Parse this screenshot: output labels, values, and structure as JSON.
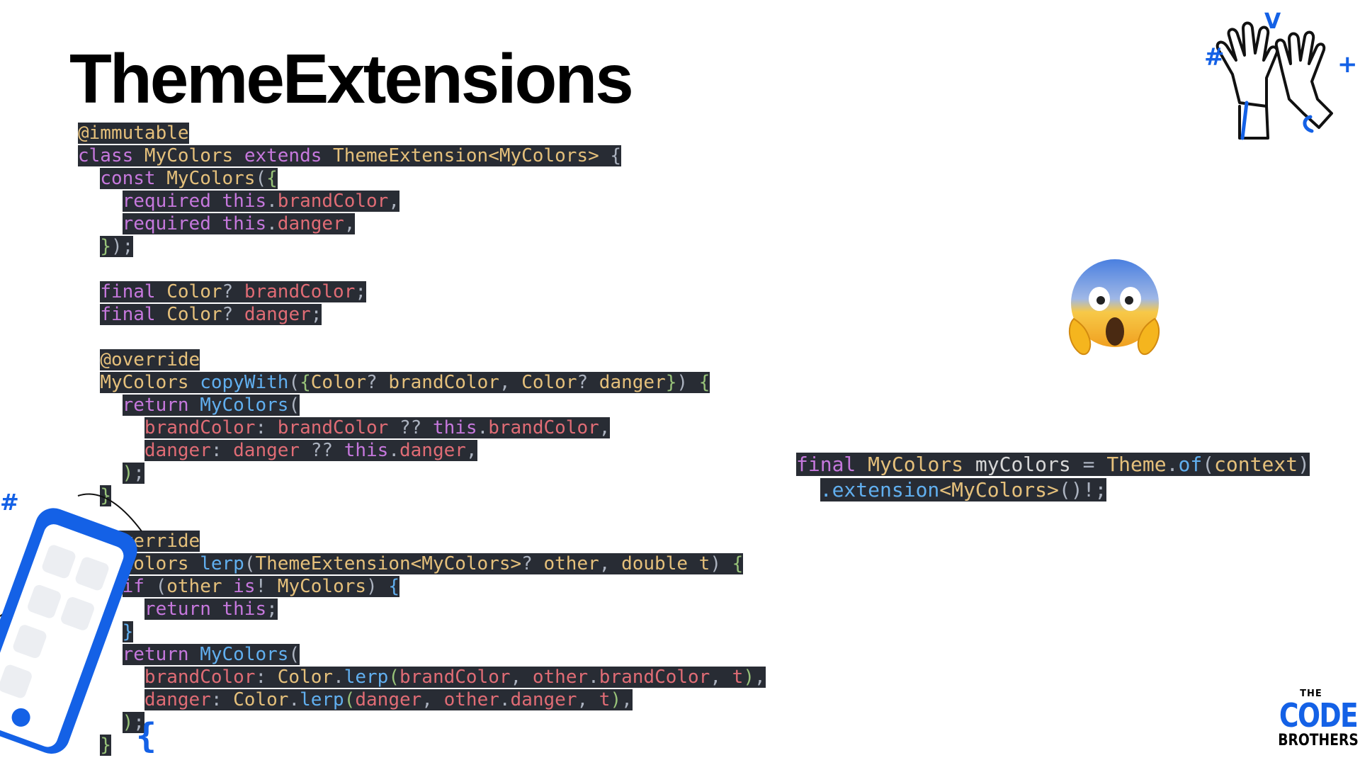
{
  "slide": {
    "title": "ThemeExtensions"
  },
  "code_main": [
    [
      [
        "@immutable",
        "ann"
      ]
    ],
    [
      [
        "class ",
        "kw"
      ],
      [
        "MyColors ",
        "cls"
      ],
      [
        "extends ",
        "kw"
      ],
      [
        "ThemeExtension<MyColors> ",
        "cls"
      ],
      [
        "{",
        "pun"
      ]
    ],
    [
      [
        "  ",
        "ws"
      ],
      [
        "const ",
        "kw"
      ],
      [
        "MyColors",
        "cls"
      ],
      [
        "(",
        "pun"
      ],
      [
        "{",
        "par"
      ]
    ],
    [
      [
        "    ",
        "ws"
      ],
      [
        "required ",
        "kw"
      ],
      [
        "this",
        "kw"
      ],
      [
        ".",
        "pun"
      ],
      [
        "brandColor",
        "var"
      ],
      [
        ",",
        "pun"
      ]
    ],
    [
      [
        "    ",
        "ws"
      ],
      [
        "required ",
        "kw"
      ],
      [
        "this",
        "kw"
      ],
      [
        ".",
        "pun"
      ],
      [
        "danger",
        "var"
      ],
      [
        ",",
        "pun"
      ]
    ],
    [
      [
        "  ",
        "ws"
      ],
      [
        "}",
        "par"
      ],
      [
        ");",
        "pun"
      ]
    ],
    [],
    [
      [
        "  ",
        "ws"
      ],
      [
        "final ",
        "kw"
      ],
      [
        "Color",
        "cls"
      ],
      [
        "? ",
        "pun"
      ],
      [
        "brandColor",
        "var"
      ],
      [
        ";",
        "pun"
      ]
    ],
    [
      [
        "  ",
        "ws"
      ],
      [
        "final ",
        "kw"
      ],
      [
        "Color",
        "cls"
      ],
      [
        "? ",
        "pun"
      ],
      [
        "danger",
        "var"
      ],
      [
        ";",
        "pun"
      ]
    ],
    [],
    [
      [
        "  ",
        "ws"
      ],
      [
        "@override",
        "ann"
      ]
    ],
    [
      [
        "  ",
        "ws"
      ],
      [
        "MyColors ",
        "cls"
      ],
      [
        "copyWith",
        "fn"
      ],
      [
        "(",
        "pun"
      ],
      [
        "{",
        "par"
      ],
      [
        "Color",
        "cls"
      ],
      [
        "? ",
        "pun"
      ],
      [
        "brandColor",
        "cls"
      ],
      [
        ", ",
        "pun"
      ],
      [
        "Color",
        "cls"
      ],
      [
        "? ",
        "pun"
      ],
      [
        "danger",
        "cls"
      ],
      [
        "}",
        "par"
      ],
      [
        ") ",
        "pun"
      ],
      [
        "{",
        "par"
      ]
    ],
    [
      [
        "    ",
        "ws"
      ],
      [
        "return ",
        "kw"
      ],
      [
        "MyColors",
        "fn"
      ],
      [
        "(",
        "pun"
      ]
    ],
    [
      [
        "      ",
        "ws"
      ],
      [
        "brandColor",
        "var"
      ],
      [
        ": ",
        "pun"
      ],
      [
        "brandColor ",
        "var"
      ],
      [
        "?? ",
        "pun"
      ],
      [
        "this",
        "kw"
      ],
      [
        ".",
        "pun"
      ],
      [
        "brandColor",
        "var"
      ],
      [
        ",",
        "pun"
      ]
    ],
    [
      [
        "      ",
        "ws"
      ],
      [
        "danger",
        "var"
      ],
      [
        ": ",
        "pun"
      ],
      [
        "danger ",
        "var"
      ],
      [
        "?? ",
        "pun"
      ],
      [
        "this",
        "kw"
      ],
      [
        ".",
        "pun"
      ],
      [
        "danger",
        "var"
      ],
      [
        ",",
        "pun"
      ]
    ],
    [
      [
        "    ",
        "ws"
      ],
      [
        ")",
        "par"
      ],
      [
        ";",
        "pun"
      ]
    ],
    [
      [
        "  ",
        "ws"
      ],
      [
        "}",
        "par"
      ]
    ],
    [],
    [
      [
        "  ",
        "ws"
      ],
      [
        "@override",
        "ann"
      ]
    ],
    [
      [
        "  ",
        "ws"
      ],
      [
        "MyColors ",
        "cls"
      ],
      [
        "lerp",
        "fn"
      ],
      [
        "(",
        "pun"
      ],
      [
        "ThemeExtension<MyColors>",
        "cls"
      ],
      [
        "? ",
        "pun"
      ],
      [
        "other",
        "cls"
      ],
      [
        ", ",
        "pun"
      ],
      [
        "double ",
        "cls"
      ],
      [
        "t",
        "cls"
      ],
      [
        ") ",
        "pun"
      ],
      [
        "{",
        "par"
      ]
    ],
    [
      [
        "    ",
        "ws"
      ],
      [
        "if ",
        "kw"
      ],
      [
        "(",
        "pun"
      ],
      [
        "other ",
        "cls"
      ],
      [
        "is",
        "kw"
      ],
      [
        "! ",
        "pun"
      ],
      [
        "MyColors",
        "cls"
      ],
      [
        ") ",
        "pun"
      ],
      [
        "{",
        "brc"
      ]
    ],
    [
      [
        "      ",
        "ws"
      ],
      [
        "return ",
        "kw"
      ],
      [
        "this",
        "kw"
      ],
      [
        ";",
        "pun"
      ]
    ],
    [
      [
        "    ",
        "ws"
      ],
      [
        "}",
        "brc"
      ]
    ],
    [
      [
        "    ",
        "ws"
      ],
      [
        "return ",
        "kw"
      ],
      [
        "MyColors",
        "fn"
      ],
      [
        "(",
        "pun"
      ]
    ],
    [
      [
        "      ",
        "ws"
      ],
      [
        "brandColor",
        "var"
      ],
      [
        ": ",
        "pun"
      ],
      [
        "Color",
        "cls"
      ],
      [
        ".",
        "pun"
      ],
      [
        "lerp",
        "fn"
      ],
      [
        "(",
        "par"
      ],
      [
        "brandColor",
        "var"
      ],
      [
        ", ",
        "pun"
      ],
      [
        "other",
        "var"
      ],
      [
        ".",
        "pun"
      ],
      [
        "brandColor",
        "var"
      ],
      [
        ", ",
        "pun"
      ],
      [
        "t",
        "var"
      ],
      [
        ")",
        "par"
      ],
      [
        ",",
        "pun"
      ]
    ],
    [
      [
        "      ",
        "ws"
      ],
      [
        "danger",
        "var"
      ],
      [
        ": ",
        "pun"
      ],
      [
        "Color",
        "cls"
      ],
      [
        ".",
        "pun"
      ],
      [
        "lerp",
        "fn"
      ],
      [
        "(",
        "par"
      ],
      [
        "danger",
        "var"
      ],
      [
        ", ",
        "pun"
      ],
      [
        "other",
        "var"
      ],
      [
        ".",
        "pun"
      ],
      [
        "danger",
        "var"
      ],
      [
        ", ",
        "pun"
      ],
      [
        "t",
        "var"
      ],
      [
        ")",
        "par"
      ],
      [
        ",",
        "pun"
      ]
    ],
    [
      [
        "    ",
        "ws"
      ],
      [
        ")",
        "par"
      ],
      [
        ";",
        "pun"
      ]
    ],
    [
      [
        "  ",
        "ws"
      ],
      [
        "}",
        "par"
      ]
    ]
  ],
  "code_usage": [
    [
      [
        "final ",
        "kw"
      ],
      [
        "MyColors ",
        "cls"
      ],
      [
        "myColors ",
        "id"
      ],
      [
        "= ",
        "pun"
      ],
      [
        "Theme",
        "cls"
      ],
      [
        ".",
        "pun"
      ],
      [
        "of",
        "fn"
      ],
      [
        "(",
        "pun"
      ],
      [
        "context",
        "cls"
      ],
      [
        ")",
        "pun"
      ]
    ],
    [
      [
        "  ",
        "ws"
      ],
      [
        ".extension",
        "fn"
      ],
      [
        "<MyColors>",
        "cls"
      ],
      [
        "()",
        "pun"
      ],
      [
        "!;",
        "pun"
      ]
    ]
  ],
  "decorations": {
    "emoji": "face-screaming-in-fear",
    "hands_logo": "high-five-hands",
    "phone": "phone-illustration"
  },
  "brand": {
    "the": "THE",
    "code": "CODE",
    "brothers": "BROTHERS",
    "accent": "#1461e6"
  },
  "colors": {
    "code_bg": "#282c34",
    "annotation": "#e5c07b",
    "keyword": "#c678dd",
    "class": "#e5c07b",
    "function": "#61afef",
    "variable": "#e06c75",
    "punct": "#abb2bf"
  }
}
